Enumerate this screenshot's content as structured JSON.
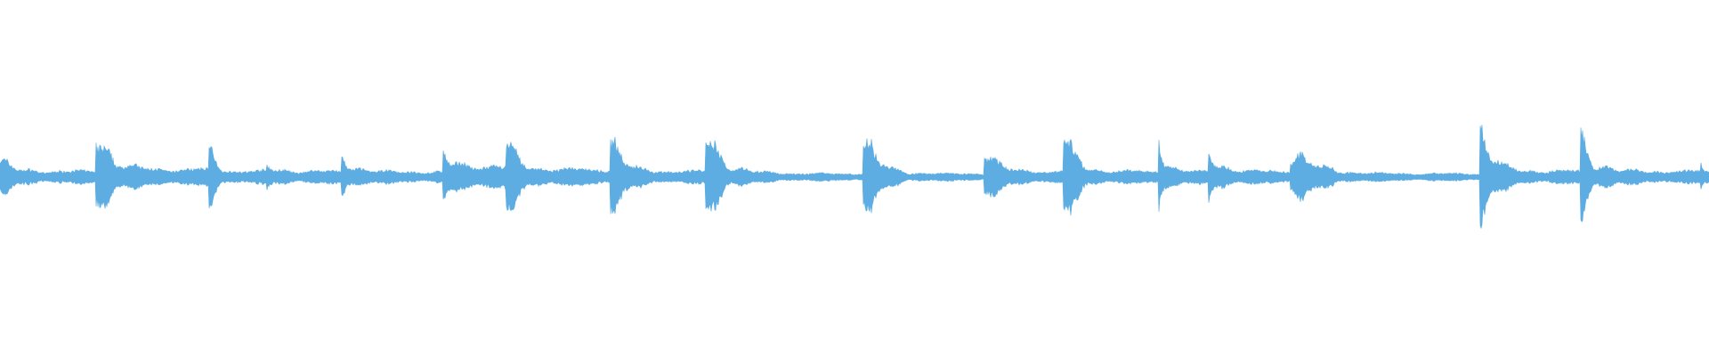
{
  "waveform": {
    "color": "#5dade2",
    "background": "#ffffff",
    "duration_fraction_onsets": [
      0.0,
      0.056,
      0.122,
      0.156,
      0.2,
      0.259,
      0.296,
      0.357,
      0.413,
      0.505,
      0.576,
      0.622,
      0.678,
      0.707,
      0.755,
      0.866,
      0.925,
      0.995
    ],
    "onset_peaks": [
      0.3,
      0.92,
      0.56,
      0.2,
      0.38,
      0.4,
      0.58,
      0.78,
      0.73,
      0.78,
      0.68,
      0.84,
      0.96,
      0.6,
      0.53,
      0.91,
      0.6,
      0.38
    ],
    "sustain_levels": [
      0.1,
      0.13,
      0.1,
      0.1,
      0.09,
      0.19,
      0.13,
      0.1,
      0.06,
      0.06,
      0.1,
      0.1,
      0.1,
      0.1,
      0.06,
      0.1,
      0.1,
      0.1
    ]
  }
}
